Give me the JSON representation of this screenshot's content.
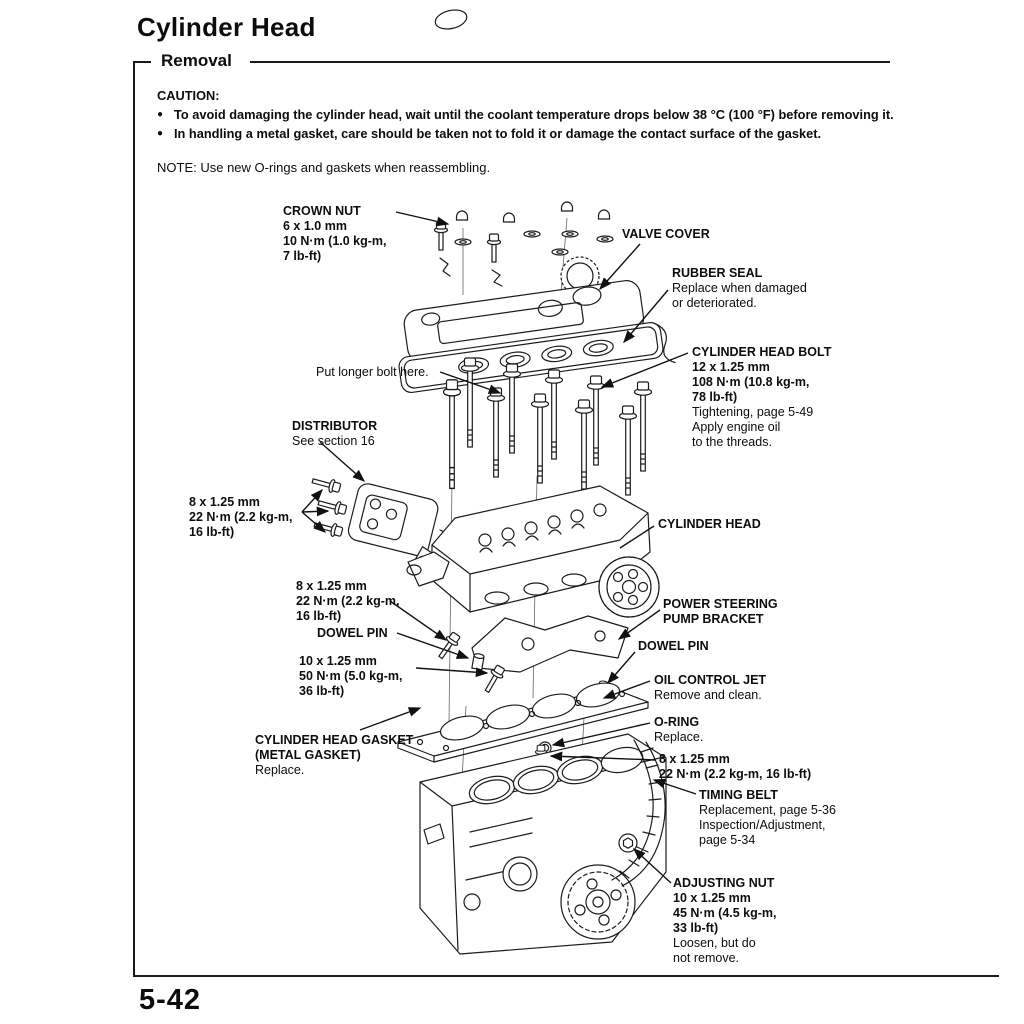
{
  "colors": {
    "ink": "#0d0d0d",
    "paper": "#ffffff",
    "line": "#1c1c1c"
  },
  "icons": {
    "bullet": "●"
  },
  "header": {
    "title": "Cylinder Head",
    "section": "Removal"
  },
  "caution": {
    "heading": "CAUTION:",
    "bullets": [
      "To avoid damaging the cylinder head, wait until the coolant temperature drops below 38 °C (100 °F) before removing it.",
      "In handling a metal gasket, care should be taken not to fold it or damage the contact surface of the gasket."
    ],
    "note": "NOTE: Use new O-rings and gaskets when reassembling."
  },
  "callouts": {
    "crown_nut": {
      "title": "CROWN NUT",
      "bold": [
        "6 x 1.0 mm",
        "10 N·m (1.0 kg-m,",
        "7 lb-ft)"
      ]
    },
    "valve_cover": {
      "title": "VALVE COVER"
    },
    "rubber_seal": {
      "title": "RUBBER SEAL",
      "plain": [
        "Replace when damaged",
        "or deteriorated."
      ]
    },
    "put_longer_bolt": {
      "plain": [
        "Put longer bolt here."
      ]
    },
    "cylinder_head_bolt": {
      "title": "CYLINDER HEAD BOLT",
      "bold": [
        "12 x 1.25 mm",
        "108 N·m (10.8 kg-m,",
        "78 lb-ft)"
      ],
      "plain": [
        "Tightening, page 5-49",
        "Apply engine oil",
        "to the threads."
      ]
    },
    "distributor": {
      "title": "DISTRIBUTOR",
      "plain": [
        "See section 16"
      ]
    },
    "bolt_8_left": {
      "bold": [
        "8 x 1.25 mm",
        "22 N·m (2.2 kg-m,",
        "16 lb-ft)"
      ]
    },
    "cylinder_head": {
      "title": "CYLINDER HEAD"
    },
    "bolt_8_mid": {
      "bold": [
        "8 x 1.25 mm",
        "22 N·m (2.2 kg-m,",
        "16 lb-ft)"
      ]
    },
    "dowel_pin_left": {
      "title": "DOWEL PIN"
    },
    "bolt_10": {
      "bold": [
        "10 x 1.25 mm",
        "50 N·m (5.0 kg-m,",
        "36 lb-ft)"
      ]
    },
    "power_steering": {
      "title_lines": [
        "POWER STEERING",
        "PUMP BRACKET"
      ]
    },
    "dowel_pin_right": {
      "title": "DOWEL PIN"
    },
    "oil_control_jet": {
      "title": "OIL CONTROL JET",
      "plain": [
        "Remove and clean."
      ]
    },
    "o_ring": {
      "title": "O-RING",
      "plain": [
        "Replace."
      ]
    },
    "head_gasket": {
      "title_lines": [
        "CYLINDER HEAD GASKET",
        "(METAL GASKET)"
      ],
      "plain": [
        "Replace."
      ]
    },
    "bolt_8_right": {
      "bold": [
        "8 x 1.25 mm",
        "22 N·m (2.2 kg-m, 16 lb-ft)"
      ]
    },
    "timing_belt": {
      "title": "TIMING BELT",
      "plain": [
        "Replacement, page 5-36",
        "Inspection/Adjustment,",
        "page 5-34"
      ]
    },
    "adjusting_nut": {
      "title": "ADJUSTING NUT",
      "bold": [
        "10 x 1.25 mm",
        "45 N·m (4.5 kg-m,",
        "33 lb-ft)"
      ],
      "plain": [
        "Loosen, but do",
        "not remove."
      ]
    }
  },
  "footer": {
    "page_number": "5-42"
  }
}
